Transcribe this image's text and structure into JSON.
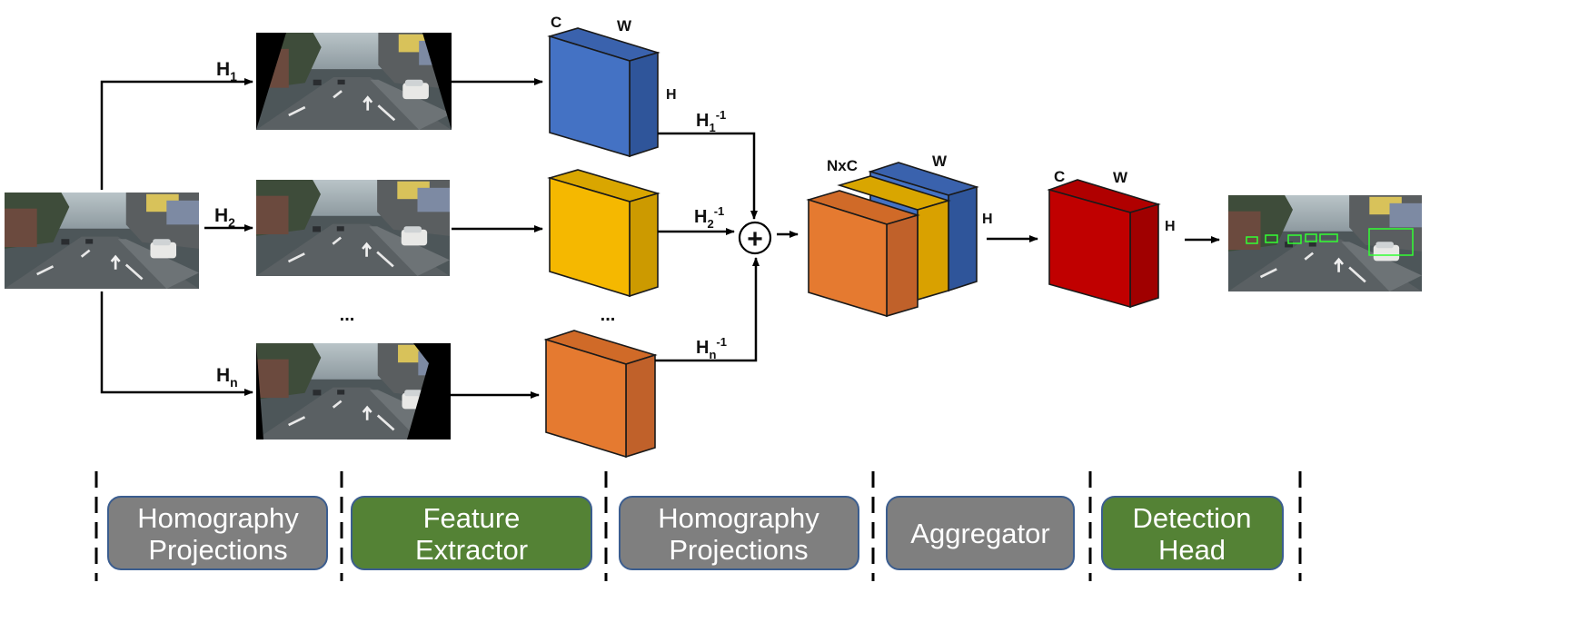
{
  "input_image": "street-scene-photo",
  "output_image": "street-scene-photo-with-detection-boxes",
  "branches": [
    {
      "symbol": "H",
      "subscript": "1",
      "inverse_symbol": "H",
      "inverse_subscript": "1",
      "inverse_superscript": "-1",
      "feature_color": "#4472c4"
    },
    {
      "symbol": "H",
      "subscript": "2",
      "inverse_symbol": "H",
      "inverse_subscript": "2",
      "inverse_superscript": "-1",
      "feature_color": "#f5b800"
    },
    {
      "symbol": "H",
      "subscript": "n",
      "inverse_symbol": "H",
      "inverse_subscript": "n",
      "inverse_superscript": "-1",
      "feature_color": "#e57a30"
    }
  ],
  "ellipsis": "...",
  "feature_dims": {
    "c": "C",
    "w": "W",
    "h": "H"
  },
  "aggregated_dims": {
    "nc": "NxC",
    "w": "W",
    "h": "H"
  },
  "head_dims": {
    "c": "C",
    "w": "W",
    "h": "H"
  },
  "sum_symbol": "+",
  "colors": {
    "blue": "#4472c4",
    "yellow": "#f5b800",
    "orange": "#e57a30",
    "red": "#c00000",
    "stage_gray": "#7f7f7f",
    "stage_green": "#548235",
    "detection_box": "#33ff33"
  },
  "stages": [
    {
      "line1": "Homography",
      "line2": "Projections",
      "color": "#7f7f7f"
    },
    {
      "line1": "Feature",
      "line2": "Extractor",
      "color": "#548235"
    },
    {
      "line1": "Homography",
      "line2": "Projections",
      "color": "#7f7f7f"
    },
    {
      "line1": "Aggregator",
      "line2": "",
      "color": "#7f7f7f"
    },
    {
      "line1": "Detection",
      "line2": "Head",
      "color": "#548235"
    }
  ]
}
